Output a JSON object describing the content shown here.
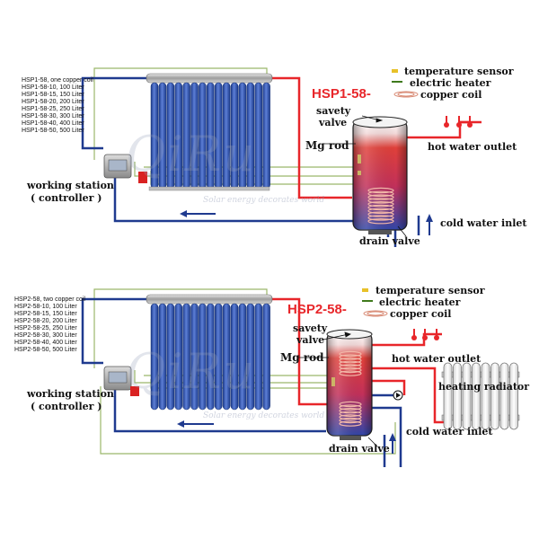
{
  "watermark": {
    "brand": "QiRu",
    "tagline": "Solar energy decorates world"
  },
  "colors": {
    "hot_pipe": "#e8262a",
    "cold_pipe": "#1f3a8f",
    "control_wire": "#9bb86a",
    "tank_top": "#f2d9d9",
    "tank_hot": "#e0403a",
    "tank_cold": "#3046a8",
    "model_label": "#e8262a"
  },
  "system1": {
    "model": "HSP1-58-",
    "models": [
      "HSP1-58, one copper coil",
      "HSP1-58-10, 100 Liter",
      "HSP1-58-15, 150 Liter",
      "HSP1-58-20, 200 Liter",
      "HSP1-58-25, 250 Liter",
      "HSP1-58-30, 300 Liter",
      "HSP1-58-40, 400 Liter",
      "HSP1-58-50, 500 Liter"
    ],
    "legend": {
      "temperature_sensor": "temperature sensor",
      "electric_heater": "electric heater",
      "copper_coil": "copper coil"
    },
    "labels": {
      "safety_valve_1": "savety",
      "safety_valve_2": "valve",
      "mg_rod": "Mg rod",
      "hot_water_outlet": "hot water outlet",
      "cold_water_inlet": "cold water inlet",
      "drain_valve": "drain valve",
      "working_station": "working station",
      "controller": "( controller )"
    }
  },
  "system2": {
    "model": "HSP2-58-",
    "models": [
      "HSP2-58, two copper coil",
      "HSP2-58-10, 100 Liter",
      "HSP2-58-15, 150 Liter",
      "HSP2-58-20, 200 Liter",
      "HSP2-58-25, 250 Liter",
      "HSP2-58-30, 300 Liter",
      "HSP2-58-40, 400 Liter",
      "HSP2-58-50, 500 Liter"
    ],
    "legend": {
      "temperature_sensor": "temperature sensor",
      "electric_heater": "electric heater",
      "copper_coil": "copper coil"
    },
    "labels": {
      "safety_valve_1": "savety",
      "safety_valve_2": "valve",
      "mg_rod": "Mg rod",
      "hot_water_outlet": "hot water outlet",
      "heating_radiator": "heating radiator",
      "cold_water_inlet": "cold water inlet",
      "drain_valve": "drain valve",
      "working_station": "working station",
      "controller": "( controller )"
    }
  }
}
